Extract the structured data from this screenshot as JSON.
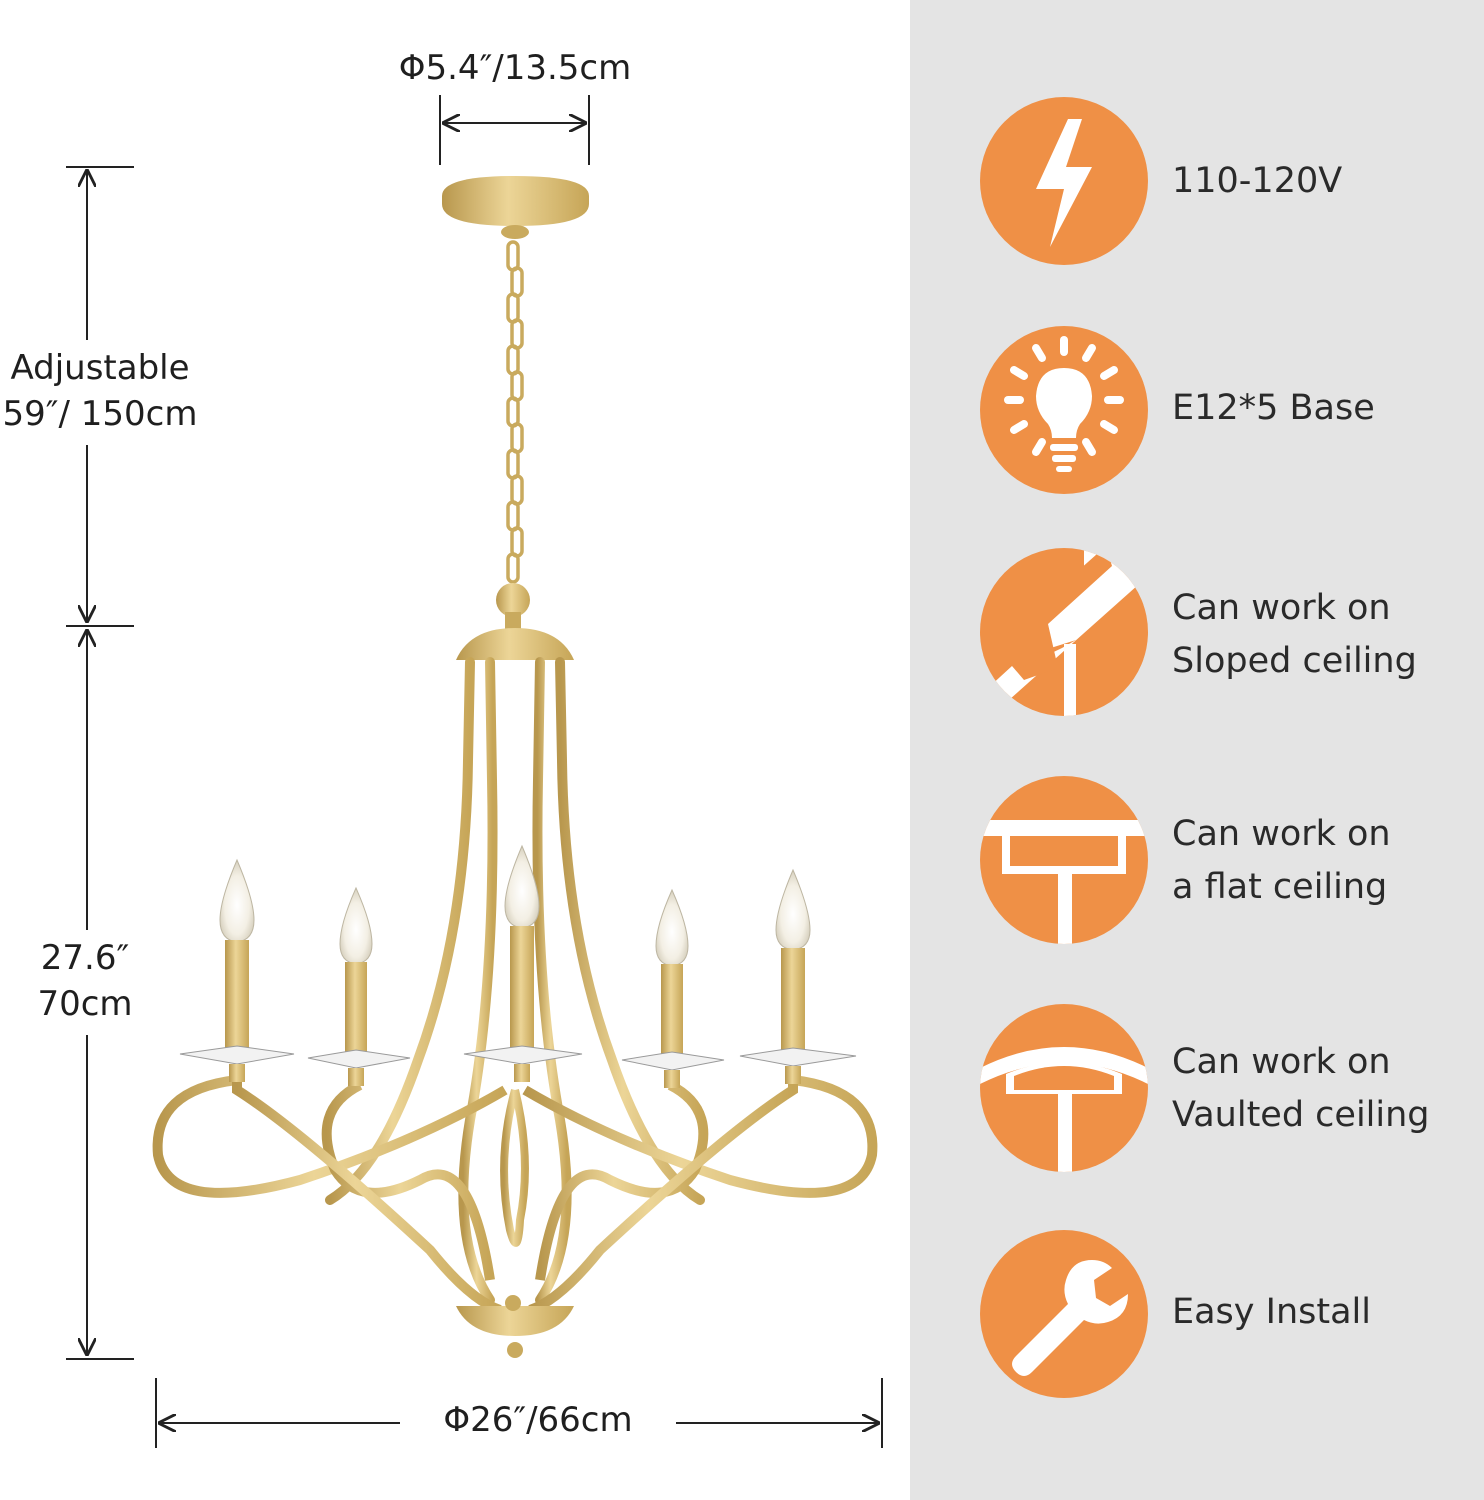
{
  "dimensions": {
    "canopy_diameter": "Φ5.4″/13.5cm",
    "chain_length_line1": "Adjustable",
    "chain_length_line2": "59″/ 150cm",
    "body_height_line1": "27.6″",
    "body_height_line2": "70cm",
    "body_diameter": "Φ26″/66cm"
  },
  "features": [
    {
      "icon": "lightning-bolt-icon",
      "lines": [
        "110-120V"
      ]
    },
    {
      "icon": "light-bulb-icon",
      "lines": [
        "E12*5 Base"
      ]
    },
    {
      "icon": "sloped-ceiling-icon",
      "lines": [
        "Can work on",
        "Sloped ceiling"
      ]
    },
    {
      "icon": "flat-ceiling-icon",
      "lines": [
        "Can work on",
        "a flat ceiling"
      ]
    },
    {
      "icon": "vaulted-ceiling-icon",
      "lines": [
        "Can work on",
        "Vaulted ceiling"
      ]
    },
    {
      "icon": "wrench-icon",
      "lines": [
        "Easy Install"
      ]
    }
  ],
  "colors": {
    "accent": "#ef9046",
    "panel": "#e4e4e4",
    "gold": "#d9b96a",
    "text": "#222222"
  }
}
